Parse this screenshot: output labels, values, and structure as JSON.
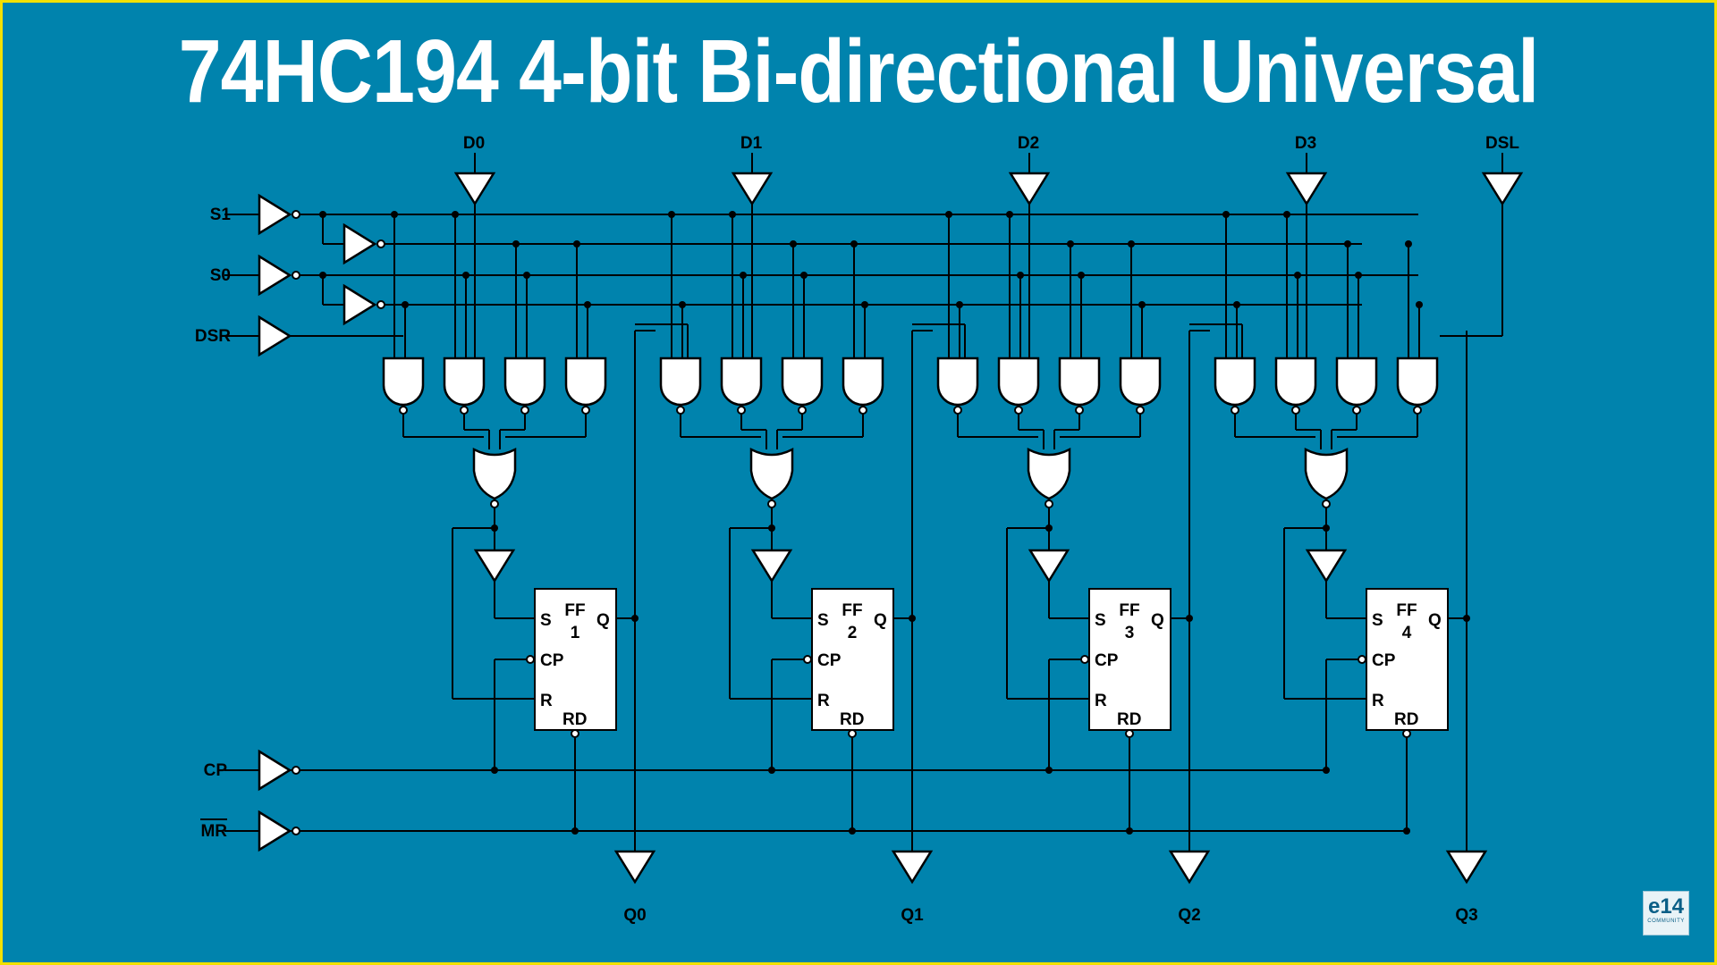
{
  "title": "74HC194 4-bit Bi-directional Universal",
  "inputs_left": {
    "s1": "S1",
    "s0": "S0",
    "dsr": "DSR",
    "cp": "CP",
    "mr": "MR"
  },
  "inputs_top": {
    "d0": "D0",
    "d1": "D1",
    "d2": "D2",
    "d3": "D3",
    "dsl": "DSL"
  },
  "outputs": [
    "Q0",
    "Q1",
    "Q2",
    "Q3"
  ],
  "flipflops": [
    {
      "name": "FF",
      "index": "1",
      "s": "S",
      "q": "Q",
      "cp": "CP",
      "r": "R",
      "rd": "RD"
    },
    {
      "name": "FF",
      "index": "2",
      "s": "S",
      "q": "Q",
      "cp": "CP",
      "r": "R",
      "rd": "RD"
    },
    {
      "name": "FF",
      "index": "3",
      "s": "S",
      "q": "Q",
      "cp": "CP",
      "r": "R",
      "rd": "RD"
    },
    {
      "name": "FF",
      "index": "4",
      "s": "S",
      "q": "Q",
      "cp": "CP",
      "r": "R",
      "rd": "RD"
    }
  ],
  "logo": {
    "mark": "e14",
    "sub": "COMMUNITY"
  },
  "colors": {
    "background": "#0083ad",
    "border": "#f2e000",
    "gate_fill": "#ffffff",
    "wire": "#000000"
  }
}
